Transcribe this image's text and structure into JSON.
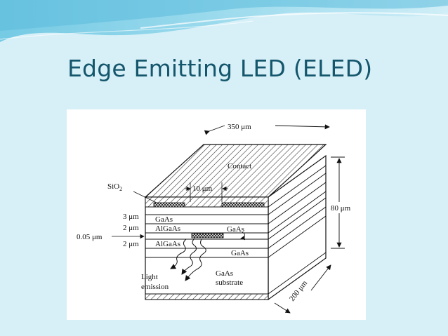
{
  "slide": {
    "title": "Edge Emitting LED (ELED)"
  },
  "diagram": {
    "labels": {
      "width": "350 μm",
      "contact": "Contact",
      "sio2": "SiO",
      "sio2_sub": "2",
      "stripe": "10 μm",
      "height": "80 μm",
      "depth": "200 μm",
      "t3": "3 μm",
      "t2a": "2 μm",
      "t005": "0.05 μm",
      "t2b": "2 μm",
      "gaas_top": "GaAs",
      "algaas_top": "AlGaAs",
      "gaas_active": "GaAs",
      "algaas_bottom": "AlGaAs",
      "gaas_bottom": "GaAs",
      "substrate_1": "GaAs",
      "substrate_2": "substrate",
      "light_1": "Light",
      "light_2": "emission"
    }
  }
}
